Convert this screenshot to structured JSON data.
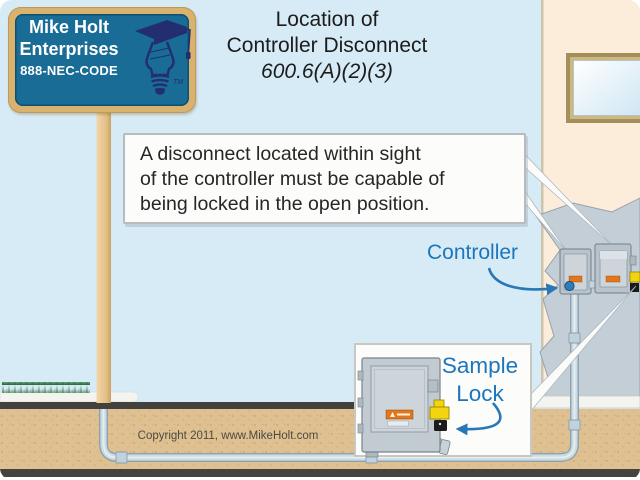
{
  "sign": {
    "line1": "Mike Holt",
    "line2": "Enterprises",
    "line3": "888-NEC-CODE",
    "trademark": "TM",
    "logo_icon": "lightbulb-graduation-cap-logo"
  },
  "title": {
    "line1": "Location of",
    "line2": "Controller Disconnect",
    "line3": "600.6(A)(2)(3)"
  },
  "callout": {
    "line1": "A disconnect located within sight",
    "line2": "of the controller must be capable of",
    "line3": "being locked in the open position."
  },
  "labels": {
    "controller": "Controller",
    "sample_line1": "Sample",
    "sample_line2": "Lock"
  },
  "footer": {
    "copyright": "Copyright 2011, www.MikeHolt.com"
  },
  "colors": {
    "sky": "#D7EBF7",
    "wall": "#FCEDDB",
    "dirt": "#DFC090",
    "sign_blue": "#186C95",
    "sign_border_tan": "#D8B26E",
    "label_blue": "#1C76BB",
    "rock_gray": "#C4CED7",
    "warning_orange": "#E2761C",
    "lockout_yellow": "#F2D50F",
    "padlock_black": "#1B1B1B",
    "grass_green": "#226B30"
  }
}
